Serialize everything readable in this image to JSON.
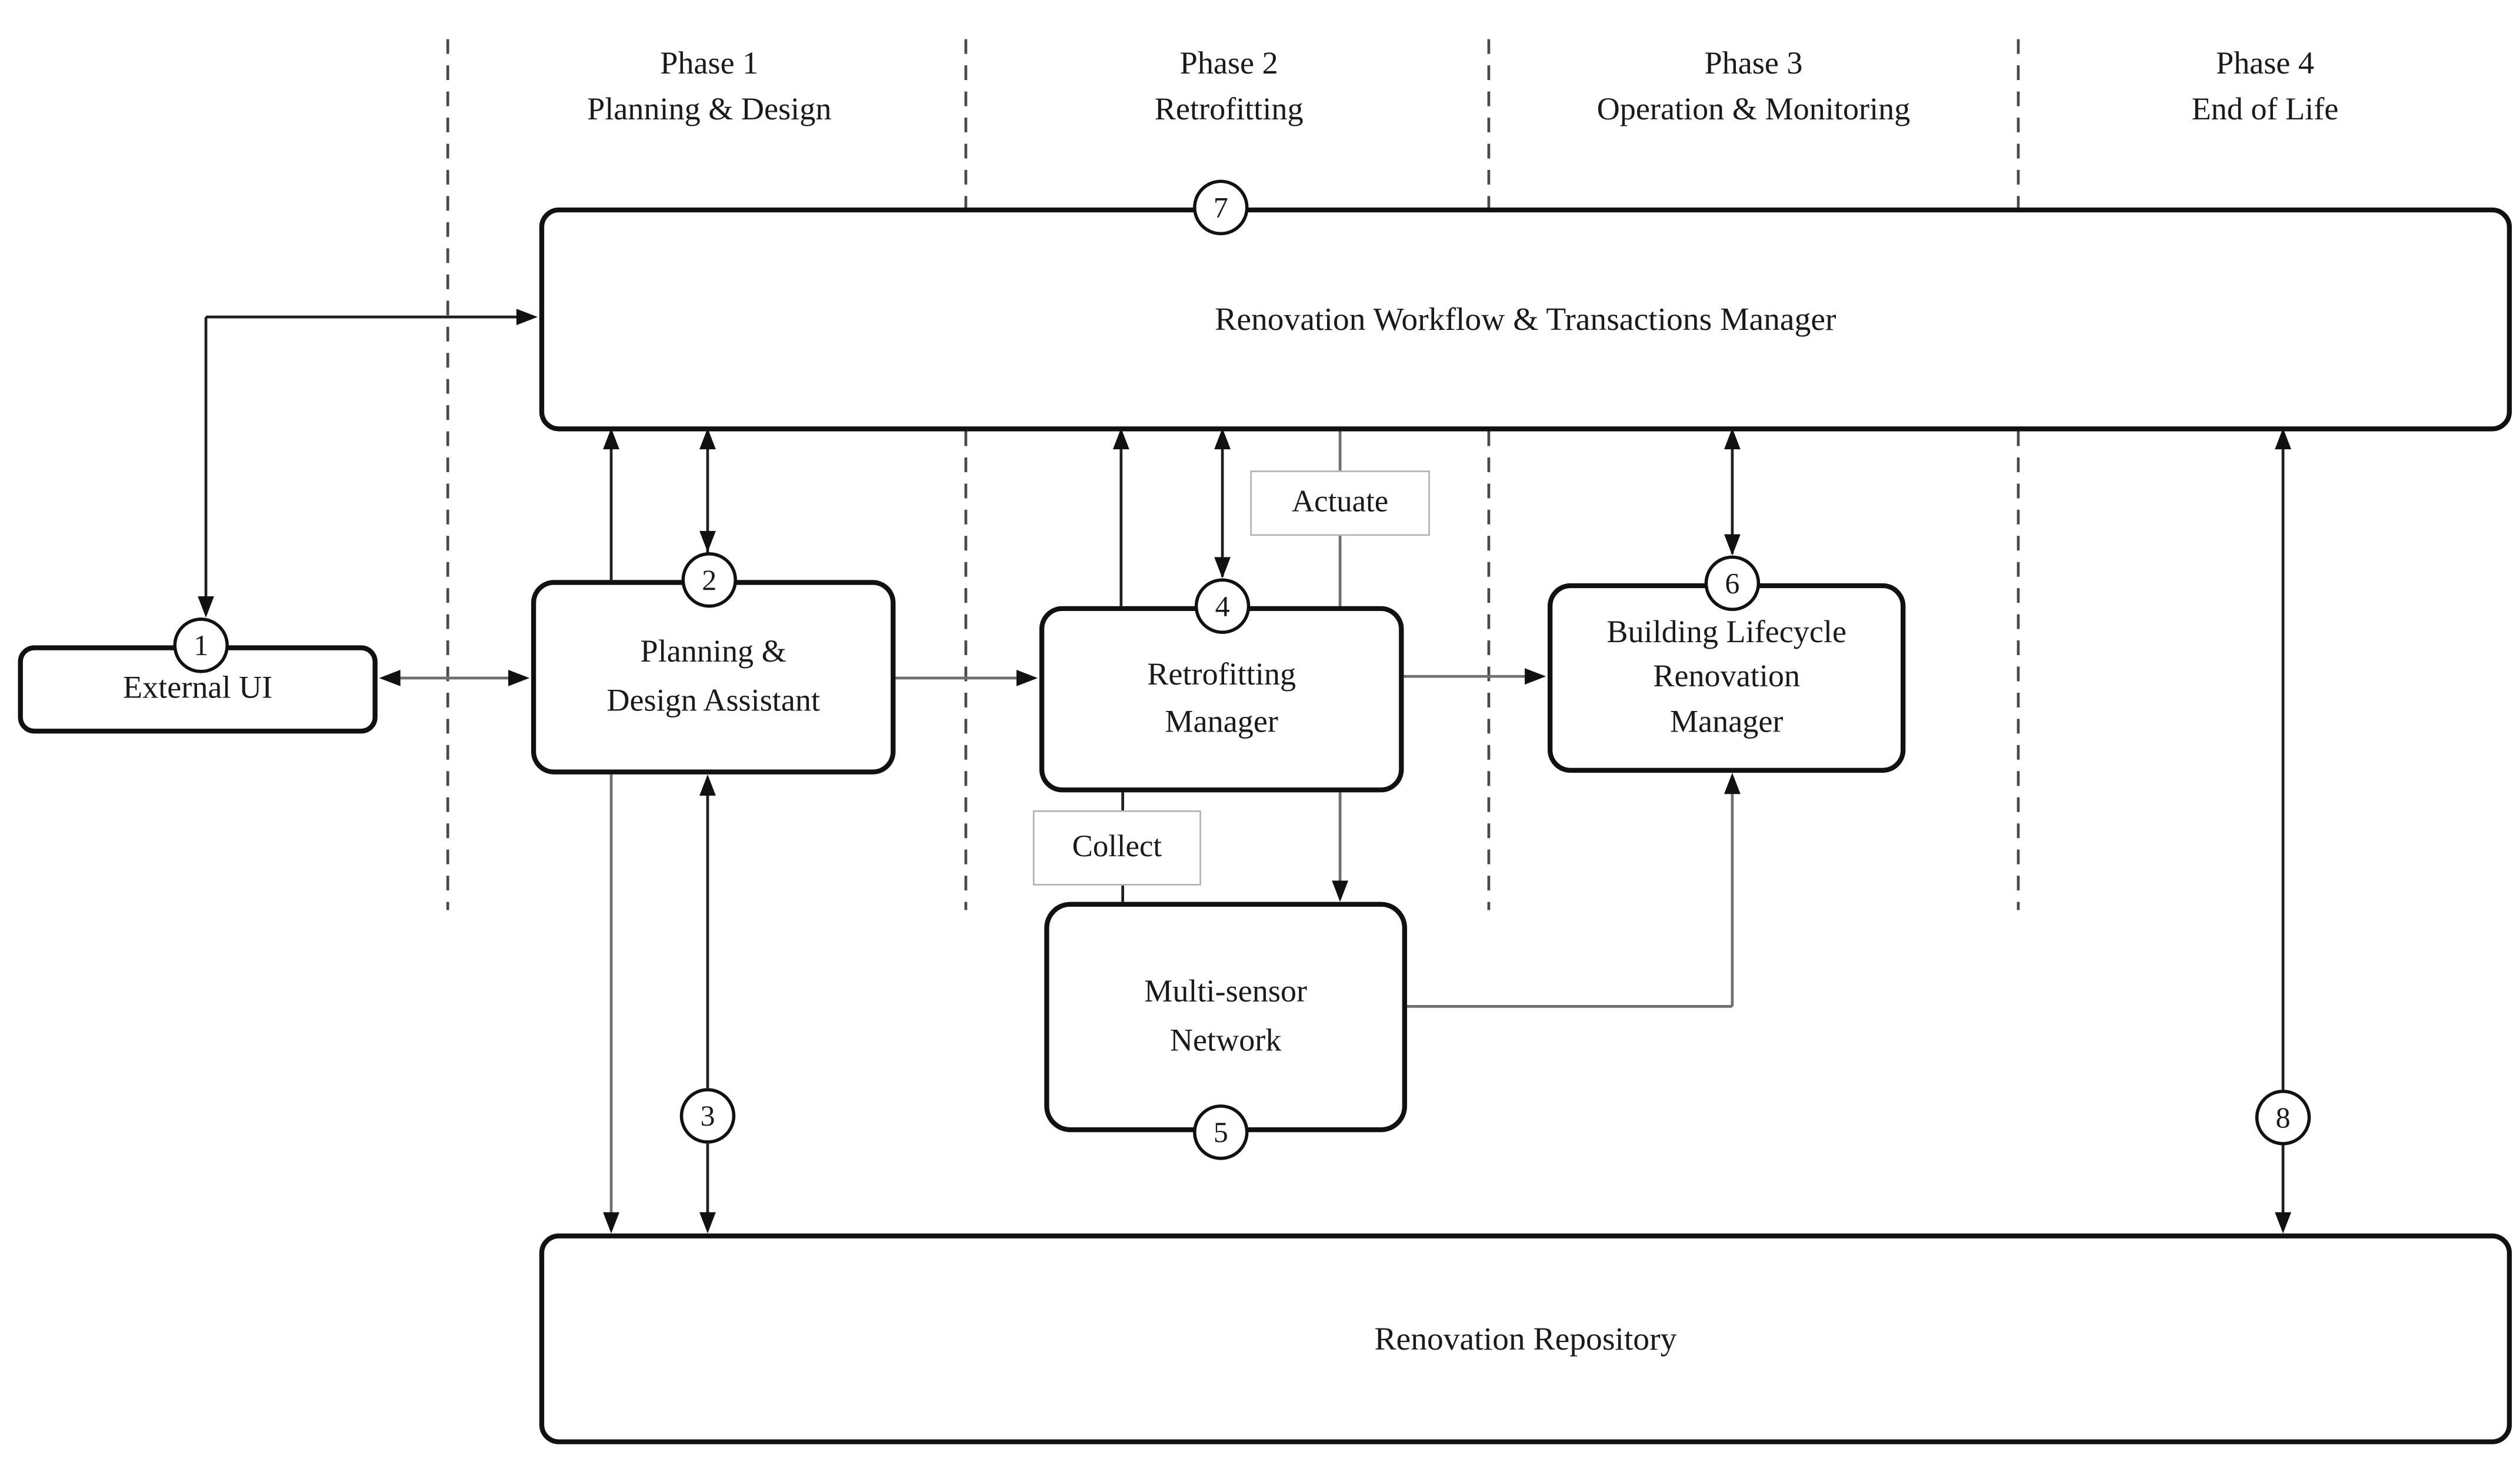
{
  "phases": [
    {
      "line1": "Phase 1",
      "line2": "Planning & Design"
    },
    {
      "line1": "Phase 2",
      "line2": "Retrofitting"
    },
    {
      "line1": "Phase 3",
      "line2": "Operation & Monitoring"
    },
    {
      "line1": "Phase 4",
      "line2": "End of Life"
    }
  ],
  "boxes": {
    "workflow_manager": {
      "label": "Renovation Workflow & Transactions Manager"
    },
    "external_ui": {
      "label": "External UI"
    },
    "planning_assistant": {
      "line1": "Planning &",
      "line2": "Design Assistant"
    },
    "retrofitting_manager": {
      "line1": "Retrofitting",
      "line2": "Manager"
    },
    "building_lifecycle_manager": {
      "line1": "Building Lifecycle",
      "line2": "Renovation",
      "line3": "Manager"
    },
    "multi_sensor_network": {
      "line1": "Multi-sensor",
      "line2": "Network"
    },
    "renovation_repository": {
      "label": "Renovation Repository"
    }
  },
  "connector_labels": {
    "actuate": "Actuate",
    "collect": "Collect"
  },
  "interfaces": {
    "i1": "1",
    "i2": "2",
    "i3": "3",
    "i4": "4",
    "i5": "5",
    "i6": "6",
    "i7": "7",
    "i8": "8"
  },
  "colors": {
    "background": "#ffffff",
    "line_black": "#1f1f1f",
    "line_gray": "#6f6f6f",
    "box_border": "#111111",
    "dashed_separator": "#4a4a4a",
    "edge_label_border": "#b5b5b5"
  }
}
